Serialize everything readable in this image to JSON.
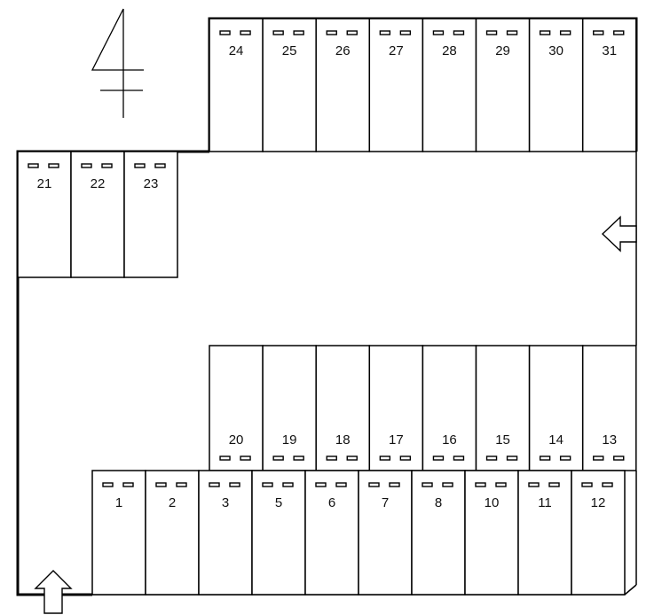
{
  "diagram": {
    "type": "parking-lot-layout",
    "colors": {
      "line": "#000000",
      "background": "#ffffff",
      "text": "#111111"
    },
    "north_marker": {
      "icon": "north-arrow-icon"
    },
    "entrance_arrows": [
      {
        "icon": "arrow-up-icon",
        "direction": "up"
      },
      {
        "icon": "arrow-left-icon",
        "direction": "left"
      }
    ],
    "rows": {
      "top_right": [
        "24",
        "25",
        "26",
        "27",
        "28",
        "29",
        "30",
        "31"
      ],
      "top_left": [
        "21",
        "22",
        "23"
      ],
      "middle": [
        "20",
        "19",
        "18",
        "17",
        "16",
        "15",
        "14",
        "13"
      ],
      "bottom": [
        "1",
        "2",
        "3",
        "5",
        "6",
        "7",
        "8",
        "10",
        "11",
        "12"
      ]
    }
  }
}
